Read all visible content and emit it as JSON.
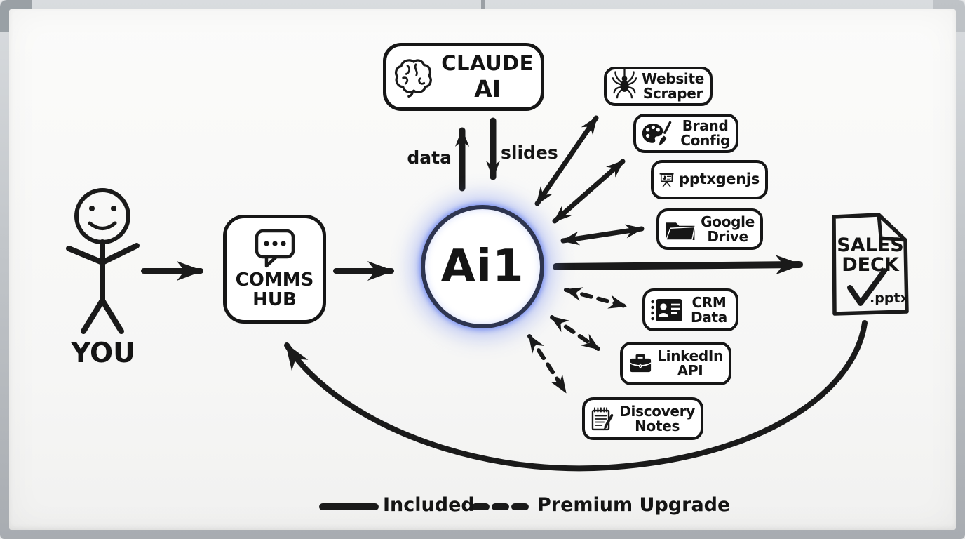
{
  "diagram": {
    "you": {
      "label": "YOU",
      "icon": "stick-figure-icon"
    },
    "comms_hub": {
      "line1": "COMMS",
      "line2": "HUB",
      "icon": "speech-bubble-icon"
    },
    "center": {
      "label": "Ai1"
    },
    "claude": {
      "line1": "CLAUDE",
      "line2": "AI",
      "icon": "brain-icon"
    },
    "flow_labels": {
      "to_claude": "data",
      "from_claude": "slides"
    },
    "integrations": [
      {
        "line1": "Website",
        "line2": "Scraper",
        "icon": "spider-icon",
        "link": "solid"
      },
      {
        "line1": "Brand",
        "line2": "Config",
        "icon": "palette-icon",
        "link": "solid"
      },
      {
        "line1": "pptxgenjs",
        "line2": "",
        "icon": "presentation-icon",
        "link": "solid"
      },
      {
        "line1": "Google",
        "line2": "Drive",
        "icon": "folder-icon",
        "link": "solid"
      },
      {
        "line1": "CRM",
        "line2": "Data",
        "icon": "id-card-icon",
        "link": "dashed"
      },
      {
        "line1": "LinkedIn",
        "line2": "API",
        "icon": "briefcase-icon",
        "link": "dashed"
      },
      {
        "line1": "Discovery",
        "line2": "Notes",
        "icon": "notepad-icon",
        "link": "dashed"
      }
    ],
    "sales_deck": {
      "line1": "SALES",
      "line2": "DECK",
      "ext": ".pptx",
      "icon": "document-checkmark-icon"
    },
    "legend": {
      "solid": "Included",
      "dashed": "Premium Upgrade"
    },
    "colors": {
      "ink": "#1a1a1a",
      "glow_blue": "#5b76e8",
      "board": "#f8f8f7",
      "frame": "#c3c7cb"
    }
  }
}
